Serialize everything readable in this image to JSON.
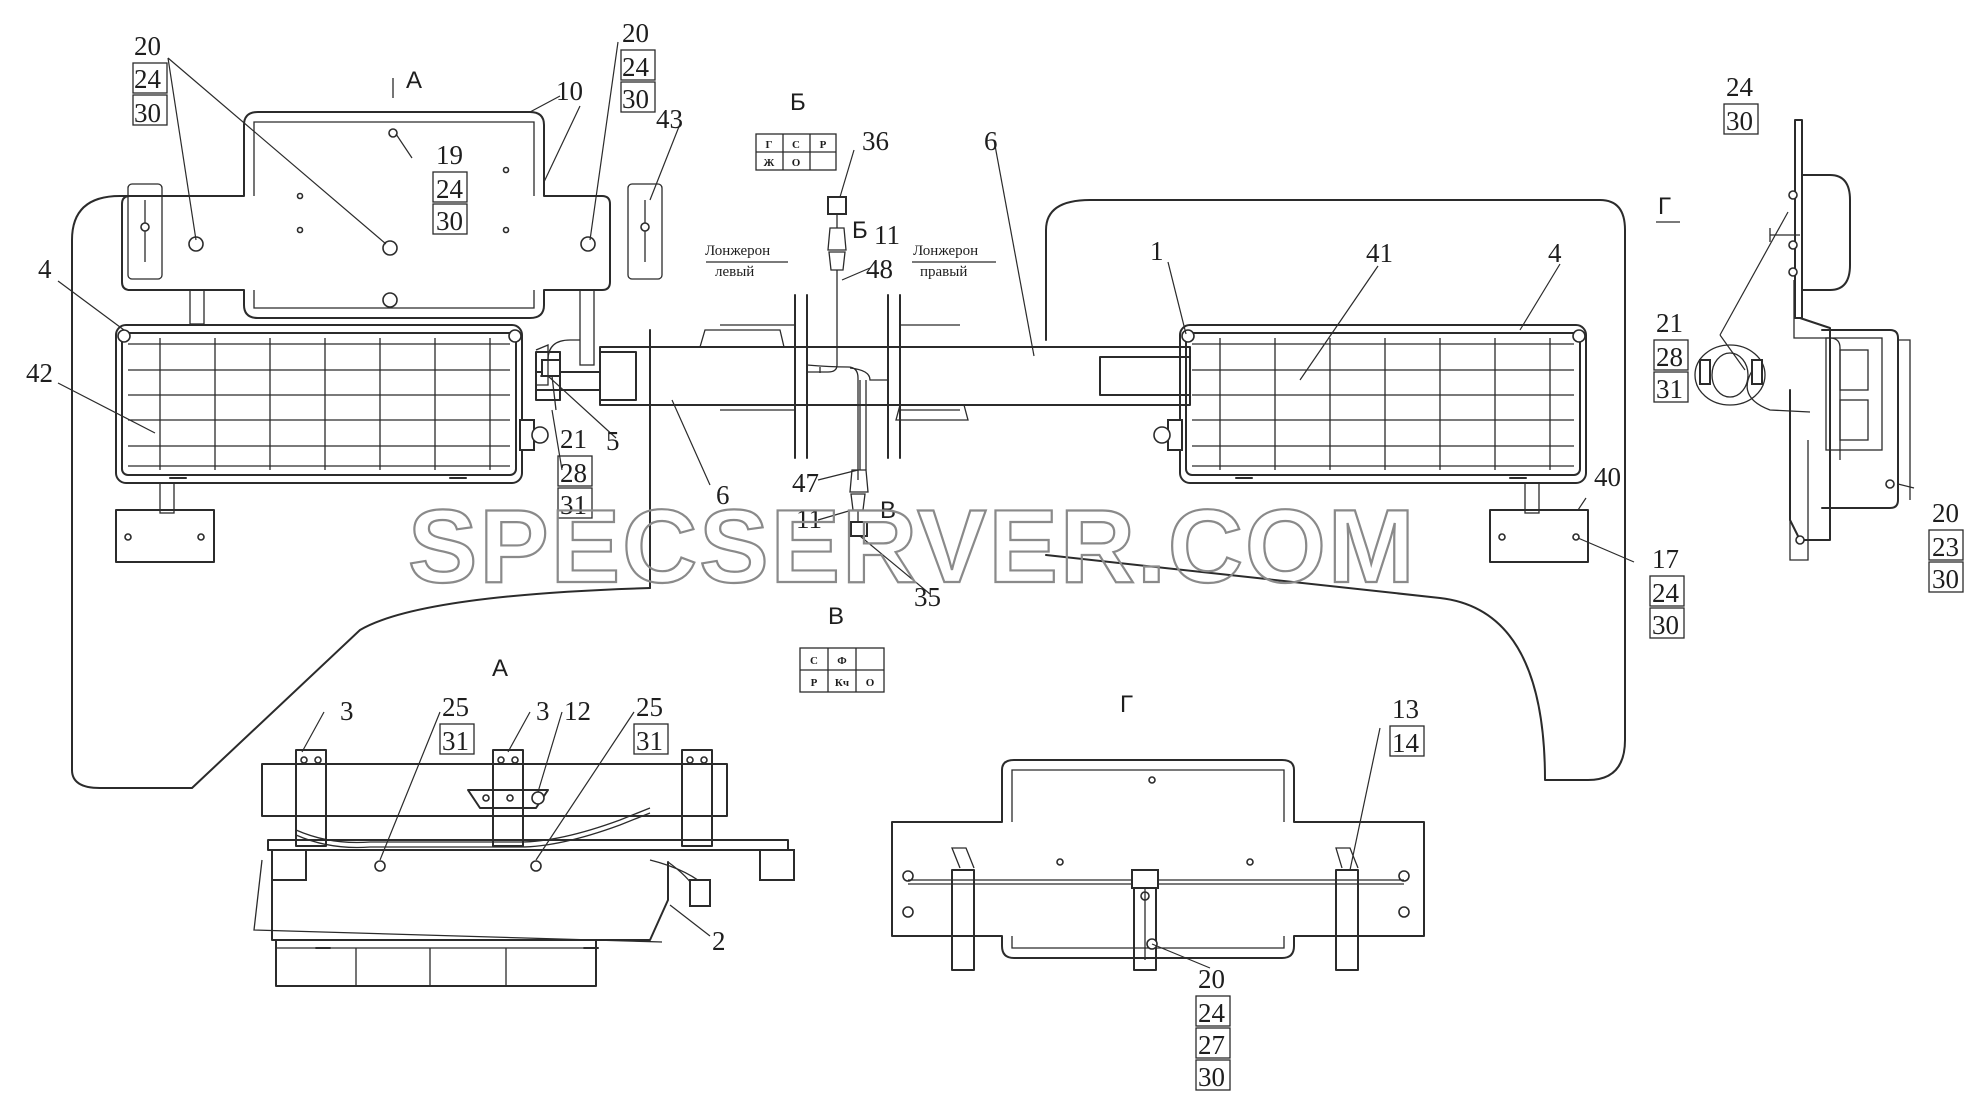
{
  "watermark": "SPECSERVER.COM",
  "views": {
    "a_top": "А",
    "b_top": "Б",
    "g_right": "Г",
    "b_inline": "Б",
    "v_inline": "В",
    "v_title": "В",
    "a_bottom": "А",
    "g_bottom": "Г"
  },
  "spar_labels": {
    "left_line1": "Лонжерон",
    "left_line2": "левый",
    "right_line1": "Лонжерон",
    "right_line2": "правый"
  },
  "connector_b": {
    "row1": [
      "Г",
      "С",
      "Р"
    ],
    "row2": [
      "Ж",
      "О",
      ""
    ]
  },
  "connector_v": {
    "row1": [
      "С",
      "Ф",
      ""
    ],
    "row2": [
      "Р",
      "Кч",
      "О"
    ]
  },
  "callouts": {
    "c20a": "20",
    "c24a": "24",
    "c30a": "30",
    "c20b": "20",
    "c24b": "24",
    "c30b": "30",
    "c10": "10",
    "c43": "43",
    "c19": "19",
    "c24c": "24",
    "c30c": "30",
    "c36": "36",
    "c11a": "11",
    "c48": "48",
    "c6a": "6",
    "c24d": "24",
    "c30d": "30",
    "c4a": "4",
    "c42": "42",
    "c1": "1",
    "c41": "41",
    "c4b": "4",
    "c21a": "21",
    "c28a": "28",
    "c31a": "31",
    "c5": "5",
    "c6b": "6",
    "c47": "47",
    "c11b": "11",
    "c35": "35",
    "c40": "40",
    "c17": "17",
    "c24e": "24",
    "c30e": "30",
    "c21b": "21",
    "c28b": "28",
    "c31b": "31",
    "c20c": "20",
    "c23": "23",
    "c30f": "30",
    "c3a": "3",
    "c25a": "25",
    "c31c": "31",
    "c3b": "3",
    "c12": "12",
    "c25b": "25",
    "c31d": "31",
    "c2": "2",
    "c13": "13",
    "c14": "14",
    "c20d": "20",
    "c24f": "24",
    "c27": "27",
    "c30g": "30"
  }
}
